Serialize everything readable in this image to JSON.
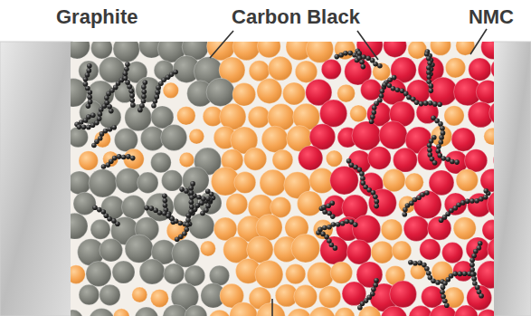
{
  "diagram": {
    "labels": [
      "Graphite",
      "Carbon Black",
      "NMC"
    ]
  }
}
